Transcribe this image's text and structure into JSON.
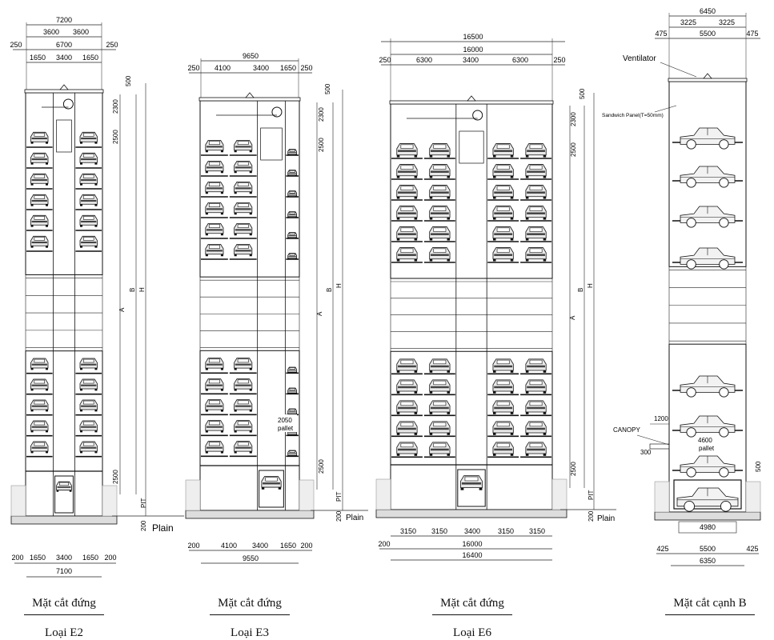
{
  "panels": [
    {
      "id": "e2",
      "caption": "Mặt cắt đứng",
      "subcaption": "Loại E2",
      "top_dims": {
        "overall": "7200",
        "half_left": "3600",
        "half_right": "3600",
        "mid": "6700",
        "edge_left": "250",
        "edge_right": "250",
        "bay_left": "1650",
        "center": "3400",
        "bay_right": "1650"
      },
      "bottom_dims": {
        "edge_left": "200",
        "bay_left": "1650",
        "center": "3400",
        "bay_right": "1650",
        "edge_right": "200",
        "overall": "7100"
      },
      "right_dims": {
        "top": "500",
        "d1": "2300",
        "d2": "2500",
        "bottom": "2500",
        "A": "A",
        "B": "B",
        "H": "H",
        "pit": "PIT",
        "plain_h": "200"
      },
      "plain_label": "Plain"
    },
    {
      "id": "e3",
      "caption": "Mặt cắt đứng",
      "subcaption": "Loại E3",
      "top_dims": {
        "overall": "9650",
        "edge_left": "250",
        "bay_left": "4100",
        "center": "3400",
        "bay_right": "1650",
        "edge_right": "250"
      },
      "bottom_dims": {
        "edge_left": "200",
        "bay_left": "4100",
        "center": "3400",
        "bay_right": "1650",
        "edge_right": "200",
        "overall": "9550"
      },
      "right_dims": {
        "top": "500",
        "d1": "2300",
        "d2": "2500",
        "bottom": "2500",
        "A": "A",
        "B": "B",
        "H": "H",
        "pit": "PIT",
        "plain_h": "200"
      },
      "plain_label": "Plain",
      "pallet_label": "2050\npallet"
    },
    {
      "id": "e6",
      "caption": "Mặt cắt đứng",
      "subcaption": "Loại E6",
      "top_dims": {
        "overall": "16500",
        "mid": "16000",
        "edge_left": "250",
        "bay_left": "6300",
        "center": "3400",
        "bay_right": "6300",
        "edge_right": "250"
      },
      "bottom_dims": {
        "b1": "3150",
        "b2": "3150",
        "center": "3400",
        "b4": "3150",
        "b5": "3150",
        "edge_left": "200",
        "mid": "16000",
        "overall": "16400"
      },
      "right_dims": {
        "top": "500",
        "d1": "2300",
        "d2": "2500",
        "bottom": "2500",
        "A": "A",
        "B": "B",
        "H": "H",
        "pit": "PIT",
        "plain_h": "200"
      },
      "plain_label": "Plain"
    },
    {
      "id": "b",
      "caption": "Mặt cắt cạnh B",
      "top_dims": {
        "overall": "6450",
        "half_left": "3225",
        "half_right": "3225",
        "edge_left": "475",
        "mid": "5500",
        "edge_right": "475"
      },
      "bottom_dims": {
        "pallet_w": "4980",
        "edge_left": "425",
        "mid": "5500",
        "edge_right": "425",
        "overall": "6350"
      },
      "labels": {
        "ventilator": "Ventilator",
        "sandwich": "Sandwich Panel(T=50mm)",
        "canopy": "CANOPY",
        "canopy_w": "1200",
        "canopy_h": "300",
        "pallet_w": "4600",
        "pallet_word": "pallet",
        "right_500": "500"
      }
    }
  ]
}
